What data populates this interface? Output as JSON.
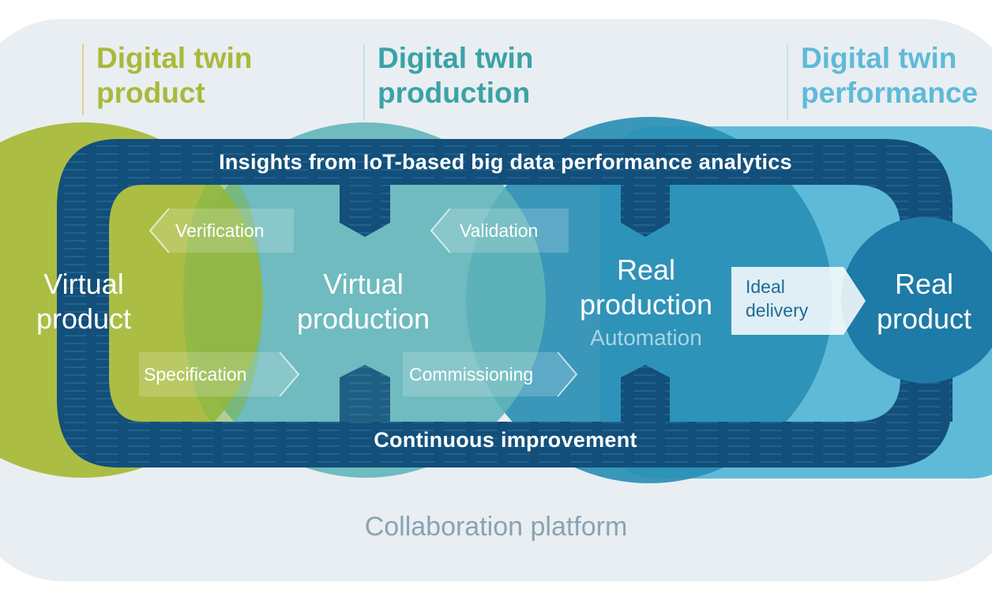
{
  "headers": {
    "product": "Digital twin\nproduct",
    "production": "Digital twin\nproduction",
    "performance": "Digital twin\nperformance"
  },
  "nodes": {
    "virtual_product": "Virtual\nproduct",
    "virtual_production": "Virtual\nproduction",
    "real_production": "Real\nproduction",
    "real_production_sub": "Automation",
    "real_product": "Real\nproduct"
  },
  "loop": {
    "top": "Insights from IoT-based big data performance analytics",
    "bottom": "Continuous improvement"
  },
  "arrows": {
    "verification": "Verification",
    "validation": "Validation",
    "specification": "Specification",
    "commissioning": "Commissioning",
    "ideal_delivery": "Ideal\ndelivery"
  },
  "platform": "Collaboration platform",
  "colors": {
    "product": "#a9b93a",
    "production": "#62b5b9",
    "real_production": "#2a8fb5",
    "real_product": "#1e7aa6",
    "loop": "#0f4a74",
    "platform_bg": "#e9eef2",
    "performance_band": "#5fbad8"
  }
}
